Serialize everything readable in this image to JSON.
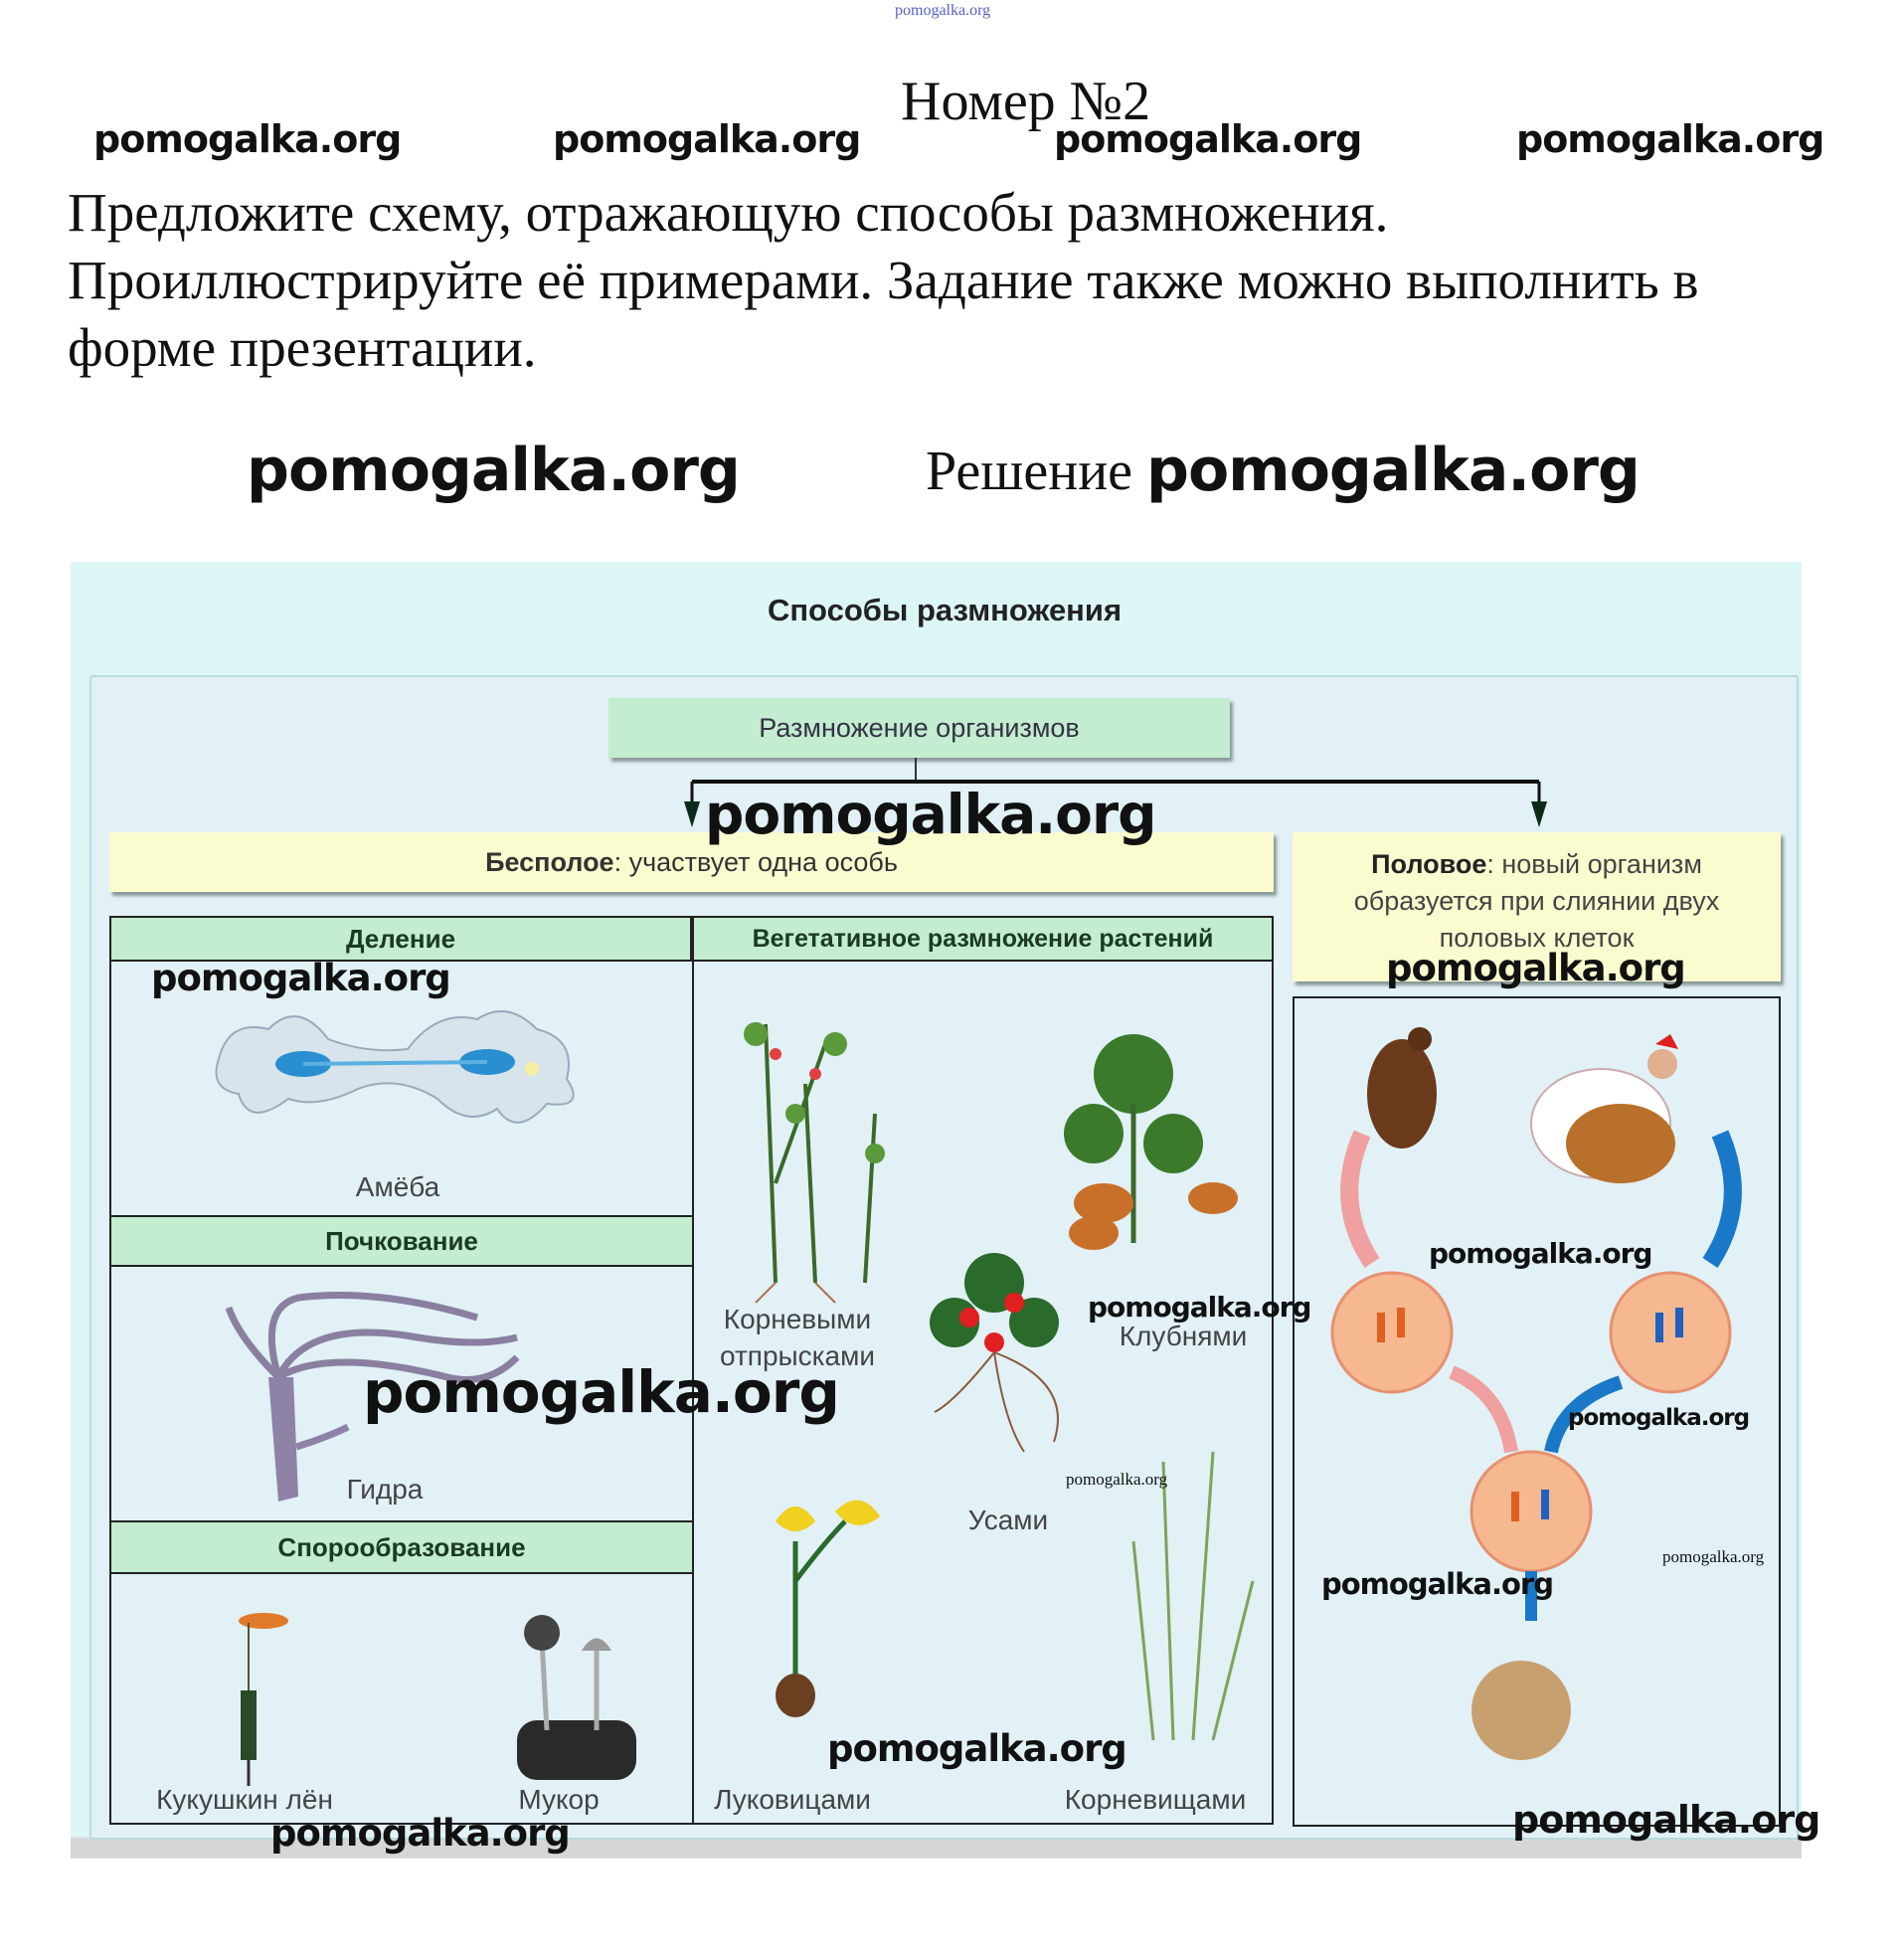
{
  "header": {
    "top_watermark": "pomogalka.org",
    "title": "Номер №2",
    "watermarks_row": [
      "pomogalka.org",
      "pomogalka.org",
      "pomogalka.org",
      "pomogalka.org"
    ]
  },
  "task": {
    "lines": [
      "Предложите схему, отражающую способы размножения.",
      "Проиллюстрируйте её примерами. Задание также можно выполнить в",
      "форме презентации."
    ]
  },
  "solution": {
    "watermark_left": "pomogalka.org",
    "label": "Решение",
    "watermark_right": "pomogalka.org"
  },
  "diagram": {
    "title": "Способы размножения",
    "root": "Размножение организмов",
    "asexual": {
      "bold": "Бесполое",
      "text": ": участвует одна особь"
    },
    "sexual": {
      "bold": "Половое",
      "text": ": новый организм образуется при слиянии двух половых клеток"
    },
    "division": {
      "header": "Деление",
      "examples": [
        "Амёба"
      ]
    },
    "budding": {
      "header": "Почкование",
      "examples": [
        "Гидра"
      ]
    },
    "sporulation": {
      "header": "Спорообразование",
      "examples": [
        "Кукушкин лён",
        "Мукор"
      ]
    },
    "vegetative": {
      "header": "Вегетативное размножение растений",
      "examples": [
        "Корневыми отпрысками",
        "Клубнями",
        "Усами",
        "Луковицами",
        "Корневищами"
      ]
    },
    "watermarks": [
      "pomogalka.org",
      "pomogalka.org",
      "pomogalka.org",
      "pomogalka.org",
      "pomogalka.org",
      "pomogalka.org",
      "pomogalka.org",
      "pomogalka.org",
      "pomogalka.org",
      "pomogalka.org",
      "pomogalka.org",
      "pomogalka.org",
      "pomogalka.org"
    ]
  }
}
